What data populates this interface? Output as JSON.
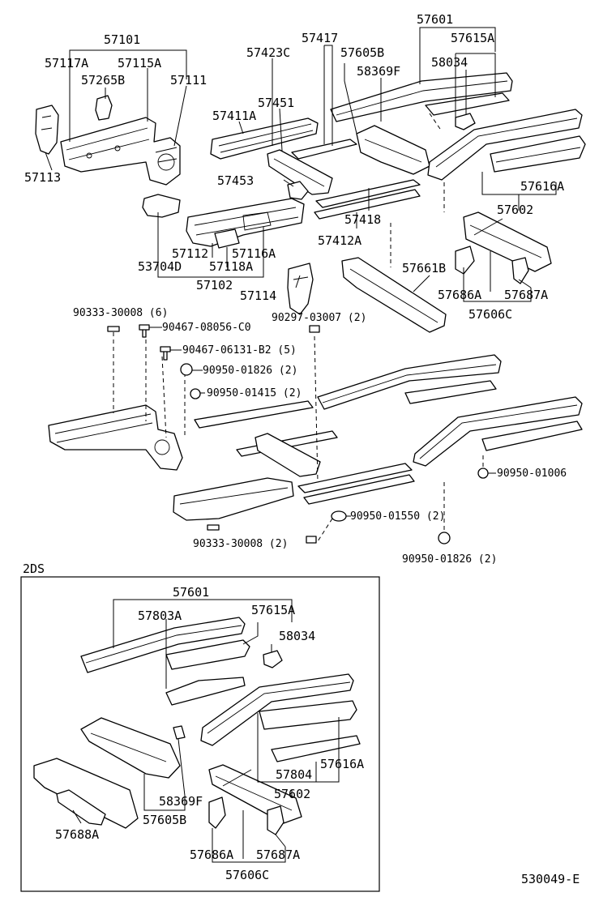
{
  "labels": {
    "p57101": "57101",
    "p57117A": "57117A",
    "p57115A": "57115A",
    "p57265B": "57265B",
    "p57111": "57111",
    "p57113": "57113",
    "p57423C": "57423C",
    "p57417": "57417",
    "p57605B": "57605B",
    "p58369F": "58369F",
    "p57601": "57601",
    "p57615A": "57615A",
    "p58034": "58034",
    "p57411A": "57411A",
    "p57451": "57451",
    "p57453": "57453",
    "p57418": "57418",
    "p57412A": "57412A",
    "p57616A": "57616A",
    "p57602": "57602",
    "p57112": "57112",
    "p57116A": "57116A",
    "p53704D": "53704D",
    "p57118A": "57118A",
    "p57102": "57102",
    "p57114": "57114",
    "p57661B": "57661B",
    "p57686A": "57686A",
    "p57687A": "57687A",
    "p57606C": "57606C"
  },
  "fasteners": {
    "f1": "90333-30008 (6)",
    "f2": "90467-08056-C0",
    "f3": "90297-03007 (2)",
    "f4": "90467-06131-B2 (5)",
    "f5": "90950-01826 (2)",
    "f6": "90950-01415 (2)",
    "f7": "90950-01006",
    "f8": "90950-01550 (2)",
    "f9": "90333-30008 (2)",
    "f10": "90950-01826 (2)"
  },
  "inset": {
    "title": "2DS",
    "p57601": "57601",
    "p57803A": "57803A",
    "p57615A": "57615A",
    "p58034": "58034",
    "p57616A": "57616A",
    "p57804": "57804",
    "p57602": "57602",
    "p58369F": "58369F",
    "p57605B": "57605B",
    "p57688A": "57688A",
    "p57686A": "57686A",
    "p57687A": "57687A",
    "p57606C": "57606C"
  },
  "figure_code": "530049-E"
}
